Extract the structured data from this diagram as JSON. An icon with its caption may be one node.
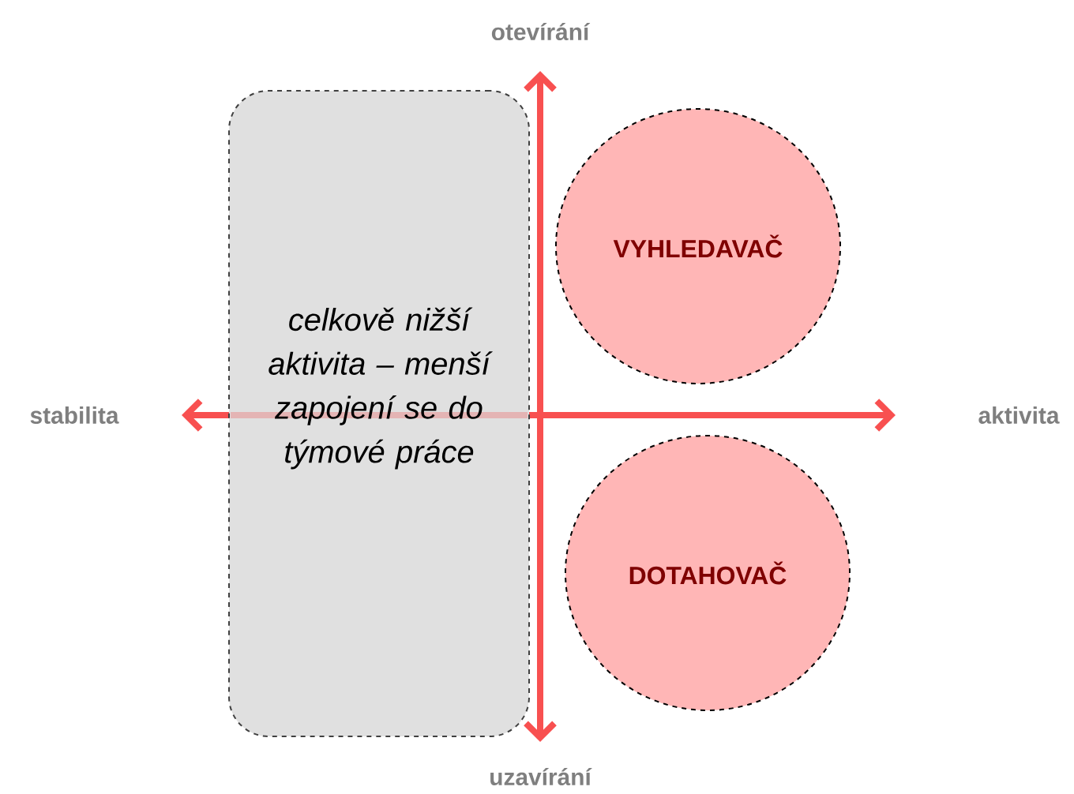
{
  "diagram": {
    "nodes": [
      {
        "text": [
          "celkově nižší aktivita – menší zapojení se do týmové práce"
        ]
      },
      {
        "text": [
          "VYHLEDAVAČ"
        ]
      },
      {
        "text": [
          "DOTAHOVAČ"
        ]
      }
    ],
    "labels": [
      "otevírání",
      "stabilita",
      "aktivita",
      "uzavírání"
    ]
  }
}
